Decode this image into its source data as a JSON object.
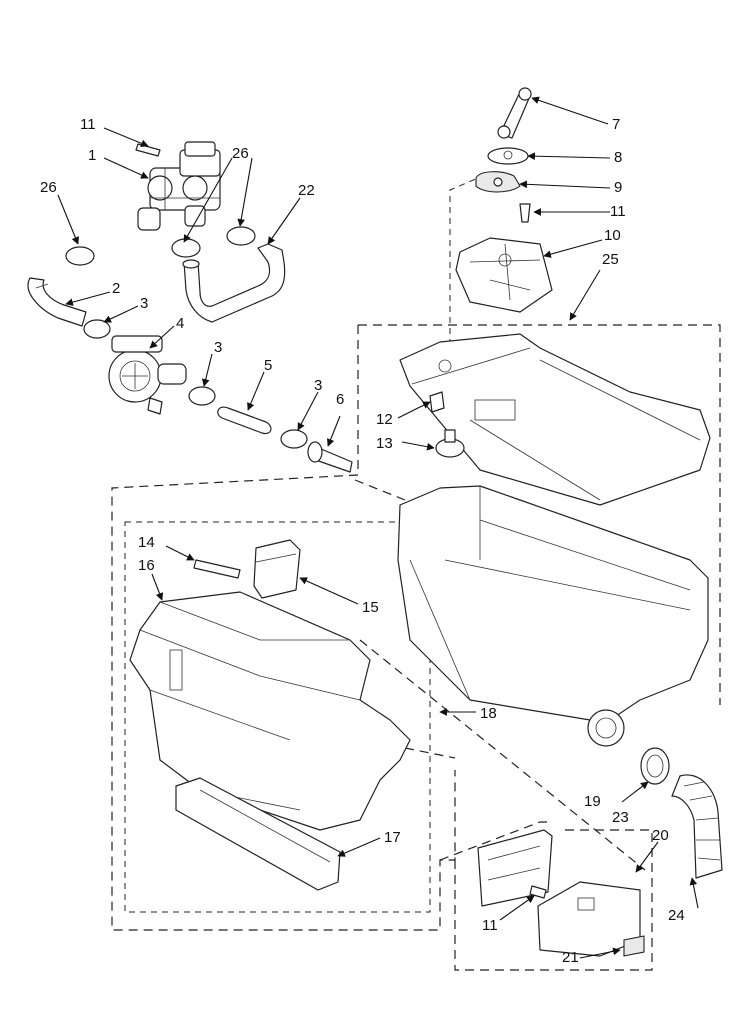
{
  "callouts": [
    {
      "id": "c11a",
      "label": "11"
    },
    {
      "id": "c1",
      "label": "1"
    },
    {
      "id": "c26a",
      "label": "26"
    },
    {
      "id": "c26b",
      "label": "26"
    },
    {
      "id": "c22",
      "label": "22"
    },
    {
      "id": "c2",
      "label": "2"
    },
    {
      "id": "c3a",
      "label": "3"
    },
    {
      "id": "c4",
      "label": "4"
    },
    {
      "id": "c3b",
      "label": "3"
    },
    {
      "id": "c5",
      "label": "5"
    },
    {
      "id": "c3c",
      "label": "3"
    },
    {
      "id": "c6",
      "label": "6"
    },
    {
      "id": "c7",
      "label": "7"
    },
    {
      "id": "c8",
      "label": "8"
    },
    {
      "id": "c9",
      "label": "9"
    },
    {
      "id": "c11b",
      "label": "11"
    },
    {
      "id": "c10",
      "label": "10"
    },
    {
      "id": "c25",
      "label": "25"
    },
    {
      "id": "c12",
      "label": "12"
    },
    {
      "id": "c13",
      "label": "13"
    },
    {
      "id": "c14",
      "label": "14"
    },
    {
      "id": "c16",
      "label": "16"
    },
    {
      "id": "c15",
      "label": "15"
    },
    {
      "id": "c18",
      "label": "18"
    },
    {
      "id": "c17",
      "label": "17"
    },
    {
      "id": "c19",
      "label": "19"
    },
    {
      "id": "c23",
      "label": "23"
    },
    {
      "id": "c20",
      "label": "20"
    },
    {
      "id": "c11c",
      "label": "11"
    },
    {
      "id": "c24",
      "label": "24"
    },
    {
      "id": "c21",
      "label": "21"
    }
  ]
}
